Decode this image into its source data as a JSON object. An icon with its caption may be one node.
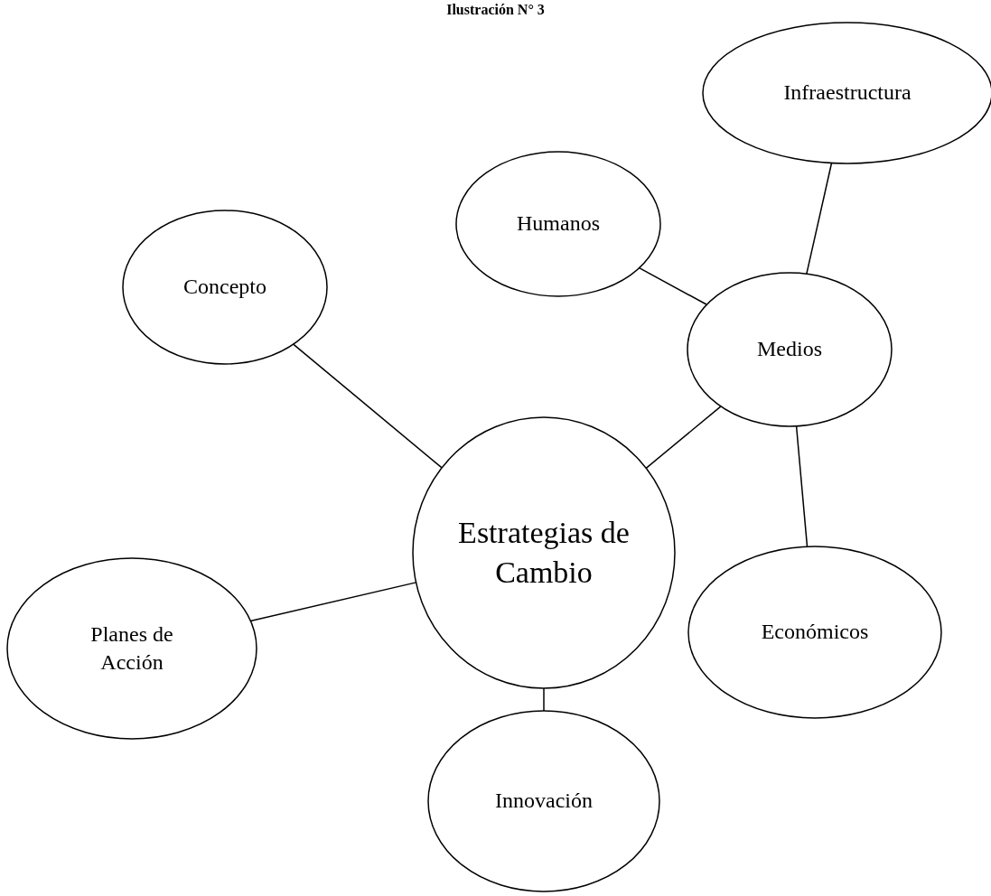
{
  "diagram": {
    "title": "Ilustración N° 3",
    "nodes": [
      {
        "text": [
          "Infraestructura"
        ]
      },
      {
        "text": [
          "Humanos"
        ]
      },
      {
        "text": [
          "Medios"
        ]
      },
      {
        "text": [
          "Concepto"
        ]
      },
      {
        "text": [
          "Estrategias de Cambio"
        ]
      },
      {
        "text": [
          "Económicos"
        ]
      },
      {
        "text": [
          "Planes de Acción"
        ]
      },
      {
        "text": [
          "Innovación"
        ]
      }
    ],
    "edges": [
      {
        "from": 2,
        "to": 0,
        "arrow": "none"
      },
      {
        "from": 2,
        "to": 1,
        "arrow": "none"
      },
      {
        "from": 4,
        "to": 2,
        "arrow": "none"
      },
      {
        "from": 2,
        "to": 5,
        "arrow": "none"
      },
      {
        "from": 4,
        "to": 3,
        "arrow": "none"
      },
      {
        "from": 4,
        "to": 6,
        "arrow": "none"
      },
      {
        "from": 4,
        "to": 7,
        "arrow": "none"
      }
    ]
  }
}
